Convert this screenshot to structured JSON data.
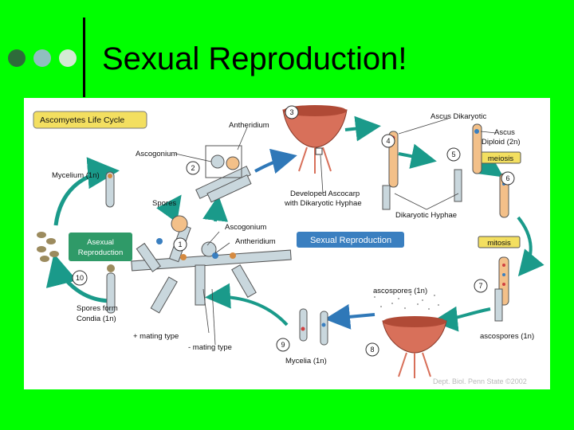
{
  "slide": {
    "title": "Sexual Reproduction!",
    "bullet_colors": [
      "#2e6b3a",
      "#8fbfbf",
      "#d4ead4"
    ],
    "background": "#00ff00"
  },
  "diagram": {
    "badge": "Ascomyetes Life Cycle",
    "asexual_box": "Asexual Reproduction",
    "sexual_box": "Sexual Reproduction",
    "meiosis_box": "meiosis",
    "mitosis_box": "mitosis",
    "labels": {
      "antheridium_top": "Antheridium",
      "ascogonium_top": "Ascogonium",
      "mycelium": "Mycelium (1n)",
      "spores": "Spores",
      "ascogonium_mid": "Ascogonium",
      "antheridium_mid": "Antheridium",
      "developed_1": "Developed Ascocarp",
      "developed_2": "with Dikaryotic Hyphae",
      "ascus_dikaryotic": "Ascus Dikaryotic",
      "ascus": "Ascus",
      "diploid": "Diploid (2n)",
      "dikaryotic_hyphae": "Dikaryotic Hyphae",
      "spores_form_1": "Spores form",
      "spores_form_2": "Condia (1n)",
      "plus_mating": "+ mating type",
      "minus_mating": "- mating type",
      "ascospores_top": "ascospores (1n)",
      "ascospores_bottom": "ascospores (1n)",
      "mycelia": "Mycelia (1n)",
      "credit": "Dept. Biol. Penn State ©2002"
    },
    "step_numbers": [
      "1",
      "2",
      "3",
      "4",
      "5",
      "6",
      "7",
      "8",
      "9",
      "10"
    ],
    "colors": {
      "arrow": "#1a9a8a",
      "box_blue": "#3a7fc0",
      "box_green": "#2f9a68",
      "badge_yellow": "#f3df60",
      "hypha": "#c9d7dd",
      "cell_orange": "#f3c089",
      "ascocarp": "#d8705a"
    }
  }
}
